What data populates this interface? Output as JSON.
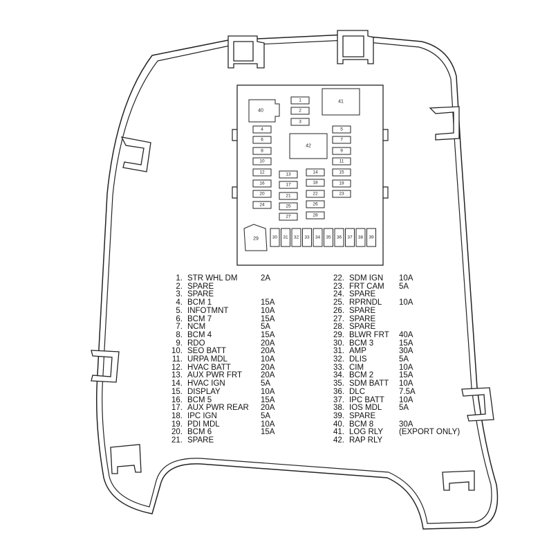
{
  "fuses": [
    {
      "id": "1",
      "label": "1"
    },
    {
      "id": "2",
      "label": "2"
    },
    {
      "id": "3",
      "label": "3"
    },
    {
      "id": "4",
      "label": "4"
    },
    {
      "id": "5",
      "label": "5"
    },
    {
      "id": "6",
      "label": "6"
    },
    {
      "id": "7",
      "label": "7"
    },
    {
      "id": "8",
      "label": "8"
    },
    {
      "id": "9",
      "label": "9"
    },
    {
      "id": "10",
      "label": "10"
    },
    {
      "id": "11",
      "label": "11"
    },
    {
      "id": "12",
      "label": "12"
    },
    {
      "id": "13",
      "label": "13"
    },
    {
      "id": "14",
      "label": "14"
    },
    {
      "id": "15",
      "label": "15"
    },
    {
      "id": "16",
      "label": "16"
    },
    {
      "id": "17",
      "label": "17"
    },
    {
      "id": "18",
      "label": "18"
    },
    {
      "id": "19",
      "label": "19"
    },
    {
      "id": "20",
      "label": "20"
    },
    {
      "id": "21",
      "label": "21"
    },
    {
      "id": "22",
      "label": "22"
    },
    {
      "id": "23",
      "label": "23"
    },
    {
      "id": "24",
      "label": "24"
    },
    {
      "id": "25",
      "label": "25"
    },
    {
      "id": "26",
      "label": "26"
    },
    {
      "id": "27",
      "label": "27"
    },
    {
      "id": "28",
      "label": "28"
    },
    {
      "id": "29",
      "label": "29"
    },
    {
      "id": "30",
      "label": "30"
    },
    {
      "id": "31",
      "label": "31"
    },
    {
      "id": "32",
      "label": "32"
    },
    {
      "id": "33",
      "label": "33"
    },
    {
      "id": "34",
      "label": "34"
    },
    {
      "id": "35",
      "label": "35"
    },
    {
      "id": "36",
      "label": "36"
    },
    {
      "id": "37",
      "label": "37"
    },
    {
      "id": "38",
      "label": "38"
    },
    {
      "id": "39",
      "label": "39"
    },
    {
      "id": "40",
      "label": "40"
    },
    {
      "id": "41",
      "label": "41"
    },
    {
      "id": "42",
      "label": "42"
    }
  ],
  "legend_left": [
    {
      "num": "1.",
      "name": "STR WHL DM",
      "amp": "2A"
    },
    {
      "num": "2.",
      "name": "SPARE",
      "amp": ""
    },
    {
      "num": "3.",
      "name": "SPARE",
      "amp": ""
    },
    {
      "num": "4.",
      "name": "BCM 1",
      "amp": "15A"
    },
    {
      "num": "5.",
      "name": "INFOTMNT",
      "amp": "10A"
    },
    {
      "num": "6.",
      "name": "BCM 7",
      "amp": "15A"
    },
    {
      "num": "7.",
      "name": "NCM",
      "amp": "5A"
    },
    {
      "num": "8.",
      "name": "BCM 4",
      "amp": "15A"
    },
    {
      "num": "9.",
      "name": "RDO",
      "amp": "20A"
    },
    {
      "num": "10.",
      "name": "SEO BATT",
      "amp": "20A"
    },
    {
      "num": "11.",
      "name": "URPA MDL",
      "amp": "10A"
    },
    {
      "num": "12.",
      "name": "HVAC BATT",
      "amp": "20A"
    },
    {
      "num": "13.",
      "name": "AUX PWR FRT",
      "amp": "20A"
    },
    {
      "num": "14.",
      "name": "HVAC IGN",
      "amp": "5A"
    },
    {
      "num": "15.",
      "name": "DISPLAY",
      "amp": "10A"
    },
    {
      "num": "16.",
      "name": "BCM 5",
      "amp": "15A"
    },
    {
      "num": "17.",
      "name": "AUX PWR REAR",
      "amp": "20A"
    },
    {
      "num": "18.",
      "name": "IPC IGN",
      "amp": "5A"
    },
    {
      "num": "19.",
      "name": "PDI MDL",
      "amp": "10A"
    },
    {
      "num": "20.",
      "name": "BCM 6",
      "amp": "15A"
    },
    {
      "num": "21.",
      "name": "SPARE",
      "amp": ""
    }
  ],
  "legend_right": [
    {
      "num": "22.",
      "name": "SDM IGN",
      "amp": "10A"
    },
    {
      "num": "23.",
      "name": "FRT CAM",
      "amp": "5A"
    },
    {
      "num": "24.",
      "name": "SPARE",
      "amp": ""
    },
    {
      "num": "25.",
      "name": "RPRNDL",
      "amp": "10A"
    },
    {
      "num": "26.",
      "name": "SPARE",
      "amp": ""
    },
    {
      "num": "27.",
      "name": "SPARE",
      "amp": ""
    },
    {
      "num": "28.",
      "name": "SPARE",
      "amp": ""
    },
    {
      "num": "29.",
      "name": "BLWR FRT",
      "amp": "40A"
    },
    {
      "num": "30.",
      "name": "BCM 3",
      "amp": "15A"
    },
    {
      "num": "31.",
      "name": "AMP",
      "amp": "30A"
    },
    {
      "num": "32.",
      "name": "DLIS",
      "amp": "5A"
    },
    {
      "num": "33.",
      "name": "CIM",
      "amp": "10A"
    },
    {
      "num": "34.",
      "name": "BCM 2",
      "amp": "15A"
    },
    {
      "num": "35.",
      "name": "SDM BATT",
      "amp": "10A"
    },
    {
      "num": "36.",
      "name": "DLC",
      "amp": "7.5A"
    },
    {
      "num": "37.",
      "name": "IPC BATT",
      "amp": "10A"
    },
    {
      "num": "38.",
      "name": "IOS MDL",
      "amp": "5A"
    },
    {
      "num": "39.",
      "name": "SPARE",
      "amp": ""
    },
    {
      "num": "40.",
      "name": "BCM 8",
      "amp": "30A"
    },
    {
      "num": "41.",
      "name": "LOG RLY",
      "amp": "(EXPORT ONLY)"
    },
    {
      "num": "42.",
      "name": "RAP RLY",
      "amp": ""
    }
  ]
}
